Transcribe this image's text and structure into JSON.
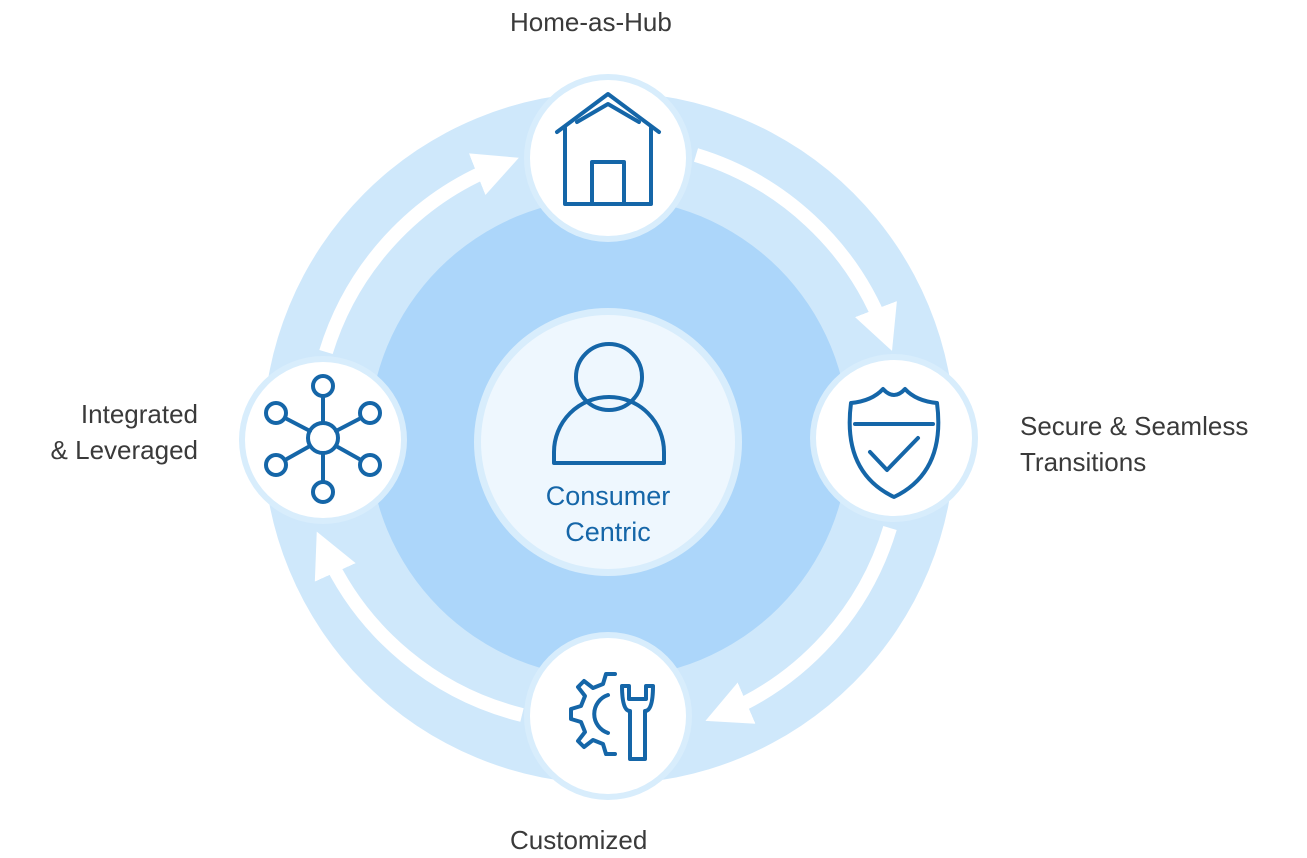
{
  "center": {
    "line1": "Consumer",
    "line2": "Centric",
    "icon": "person-icon"
  },
  "nodes": {
    "top": {
      "label": "Home-as-Hub",
      "icon": "house-icon"
    },
    "right": {
      "line1": "Secure & Seamless",
      "line2": "Transitions",
      "icon": "shield-check-icon"
    },
    "bottom": {
      "label": "Customized",
      "icon": "gear-wrench-icon"
    },
    "left": {
      "line1": "Integrated",
      "line2": "& Leveraged",
      "icon": "network-hub-icon"
    }
  },
  "colors": {
    "outer_ring": "#cfe8fb",
    "inner_disc": "#acd6fa",
    "node_fill": "#ffffff",
    "node_ring": "#d8edfc",
    "center_fill": "#eef7fe",
    "icon_stroke": "#1566a8",
    "arrow": "#ffffff"
  }
}
